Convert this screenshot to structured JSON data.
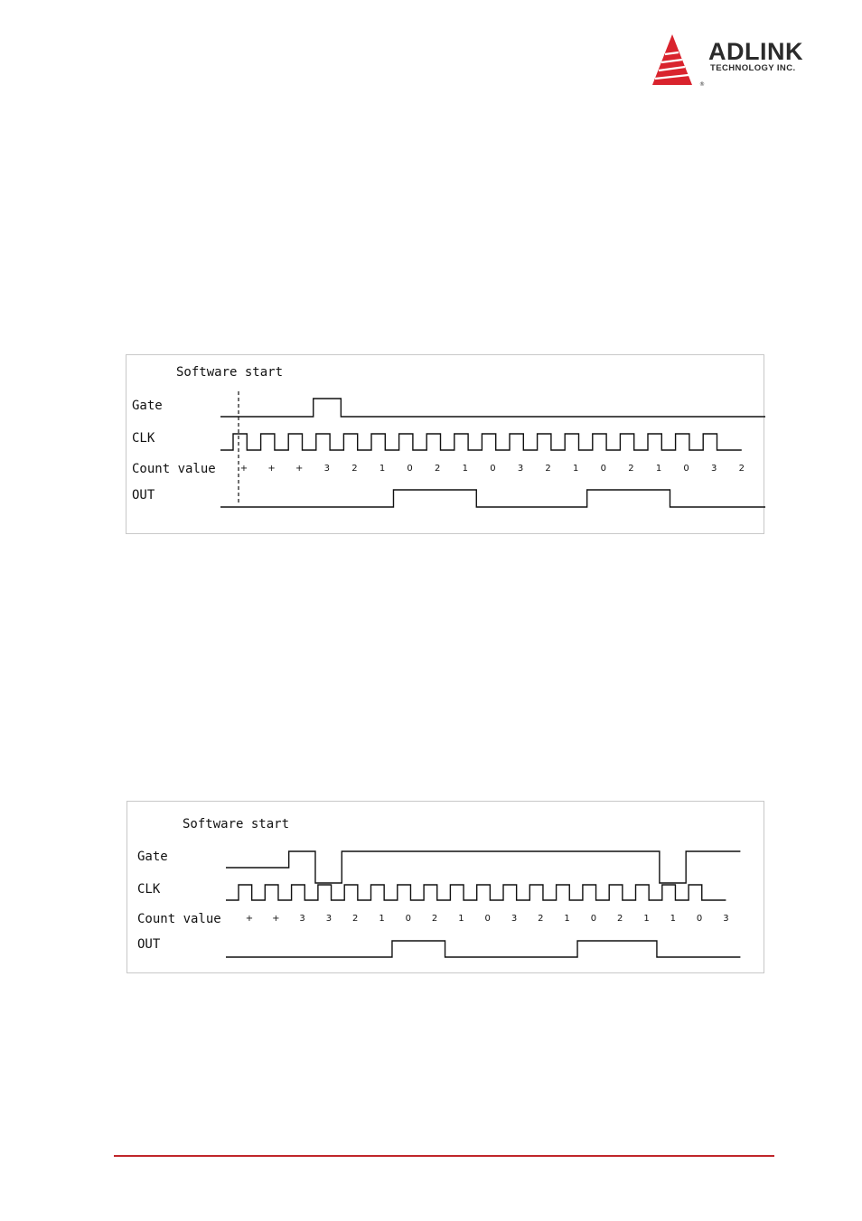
{
  "header": {
    "logo_name": "ADLINK",
    "logo_subtitle": "TECHNOLOGY INC.",
    "logo_registered": "®",
    "brand_color": "#d9232d"
  },
  "figures": [
    {
      "labels": {
        "title": "Software start",
        "gate": "Gate",
        "clk": "CLK",
        "count_value": "Count value",
        "out": "OUT"
      },
      "count_values": [
        "+",
        "+",
        "+",
        "3",
        "2",
        "1",
        "0",
        "2",
        "1",
        "0",
        "3",
        "2",
        "1",
        "0",
        "2",
        "1",
        "0",
        "3",
        "2"
      ],
      "gate_levels": [
        0,
        0,
        0,
        1,
        0,
        0,
        0,
        0,
        0,
        0,
        0,
        0,
        0,
        0,
        0,
        0,
        0,
        0,
        0
      ],
      "out_levels": [
        0,
        0,
        0,
        0,
        0,
        0,
        1,
        1,
        1,
        0,
        0,
        0,
        0,
        1,
        1,
        1,
        0,
        0,
        0
      ],
      "clk_cycles": 18,
      "software_start_marker": true
    },
    {
      "labels": {
        "title": "Software start",
        "gate": "Gate",
        "clk": "CLK",
        "count_value": "Count value",
        "out": "OUT"
      },
      "count_values": [
        "+",
        "+",
        "3",
        "3",
        "2",
        "1",
        "0",
        "2",
        "1",
        "0",
        "3",
        "2",
        "1",
        "0",
        "2",
        "1",
        "1",
        "0",
        "3"
      ],
      "gate_levels": [
        0,
        0,
        1,
        -1,
        1,
        1,
        1,
        1,
        1,
        1,
        1,
        1,
        1,
        1,
        1,
        1,
        -1,
        1,
        1
      ],
      "out_levels": [
        0,
        0,
        0,
        0,
        0,
        0,
        1,
        1,
        0,
        0,
        0,
        0,
        0,
        1,
        1,
        1,
        0,
        0,
        0
      ],
      "clk_cycles": 18,
      "software_start_marker": false
    }
  ]
}
